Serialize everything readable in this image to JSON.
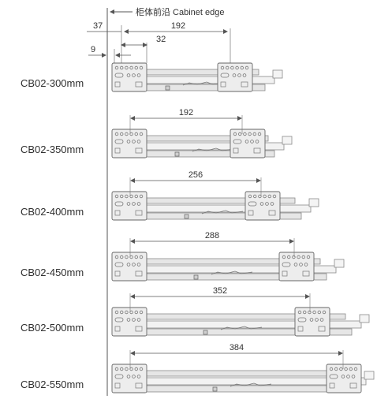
{
  "header": {
    "edge_label": "柜体前沿 Cabinet edge",
    "dim_37": "37",
    "dim_192": "192",
    "dim_32": "32",
    "dim_9": "9"
  },
  "colors": {
    "line": "#555555",
    "rail_fill": "#e6e6e6",
    "rail_stroke": "#8a8a8a",
    "bracket_fill": "#ededed",
    "bracket_stroke": "#666666",
    "hole": "#777777"
  },
  "models": [
    {
      "label": "CB02-300mm",
      "dimension": ""
    },
    {
      "label": "CB02-350mm",
      "dimension": "192"
    },
    {
      "label": "CB02-400mm",
      "dimension": "256"
    },
    {
      "label": "CB02-450mm",
      "dimension": "288"
    },
    {
      "label": "CB02-500mm",
      "dimension": "352"
    },
    {
      "label": "CB02-550mm",
      "dimension": "384"
    }
  ]
}
